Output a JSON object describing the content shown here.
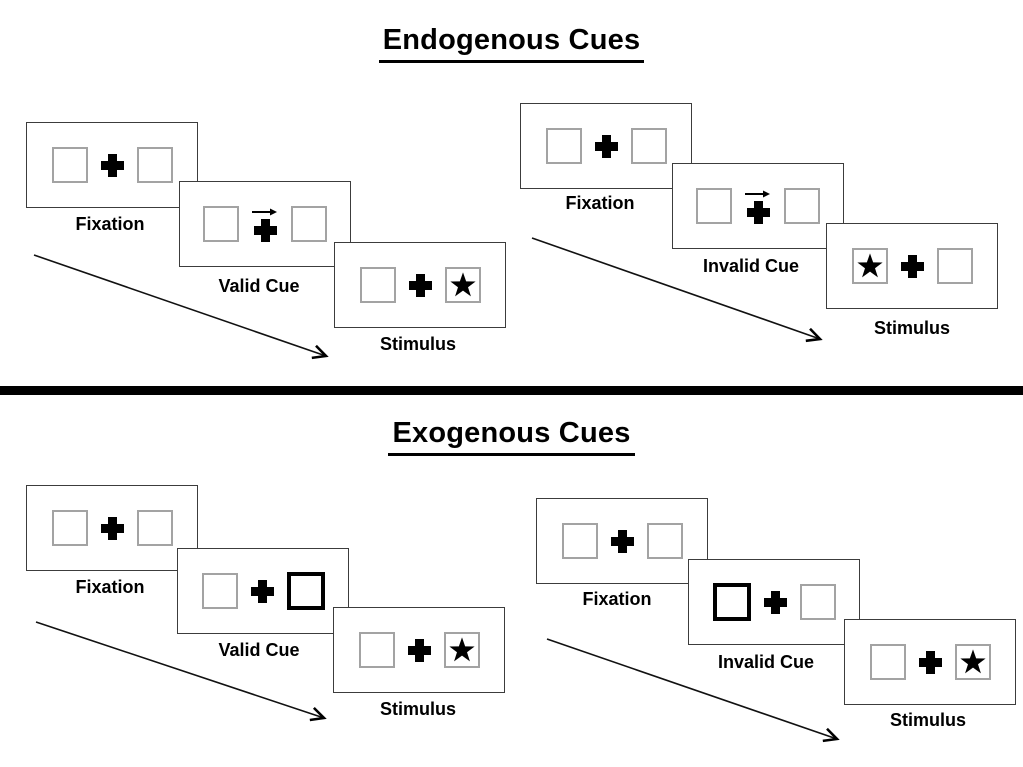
{
  "colors": {
    "background": "#ffffff",
    "panel_border": "#3c3c3c",
    "box_border": "#a3a3a3",
    "cue_box_border": "#000000",
    "ink": "#000000"
  },
  "icons": {
    "star": "★",
    "fixation_cross": "+",
    "cue_arrow": "→",
    "time_arrow": "↘"
  },
  "sections": [
    {
      "title": "Endogenous Cues",
      "groups": [
        {
          "name": "valid-trial",
          "cue_type": "central-arrow-right",
          "stimulus_side": "right",
          "frames": [
            {
              "label": "Fixation"
            },
            {
              "label": "Valid Cue"
            },
            {
              "label": "Stimulus"
            }
          ]
        },
        {
          "name": "invalid-trial",
          "cue_type": "central-arrow-right",
          "stimulus_side": "left",
          "frames": [
            {
              "label": "Fixation"
            },
            {
              "label": "Invalid Cue"
            },
            {
              "label": "Stimulus"
            }
          ]
        }
      ]
    },
    {
      "title": "Exogenous Cues",
      "groups": [
        {
          "name": "valid-trial",
          "cue_type": "peripheral-box-right",
          "stimulus_side": "right",
          "frames": [
            {
              "label": "Fixation"
            },
            {
              "label": "Valid Cue"
            },
            {
              "label": "Stimulus"
            }
          ]
        },
        {
          "name": "invalid-trial",
          "cue_type": "peripheral-box-left",
          "stimulus_side": "right",
          "frames": [
            {
              "label": "Fixation"
            },
            {
              "label": "Invalid Cue"
            },
            {
              "label": "Stimulus"
            }
          ]
        }
      ]
    }
  ]
}
